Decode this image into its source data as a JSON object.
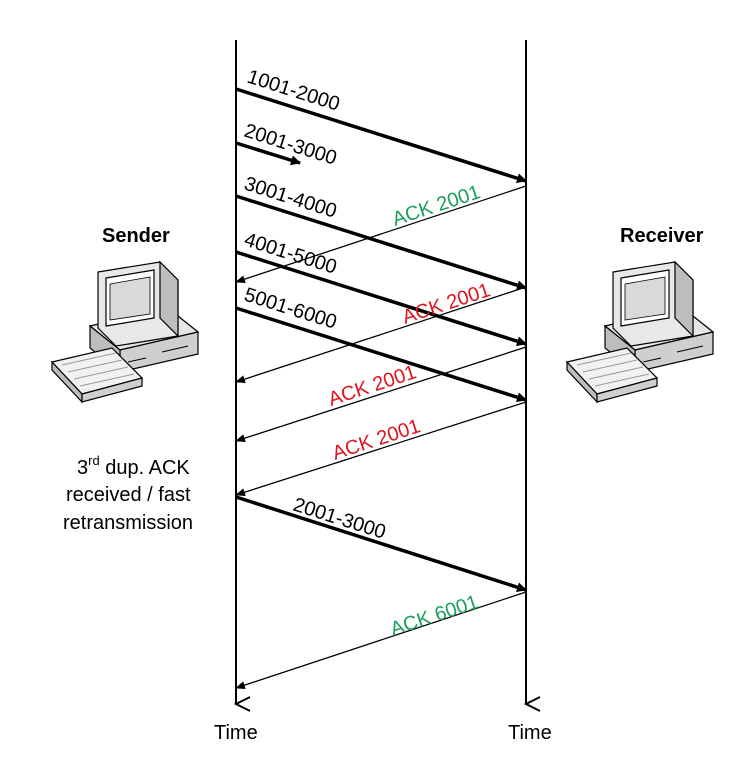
{
  "sender": {
    "label": "Sender",
    "note_line1_main": "3",
    "note_line1_sup": "rd",
    "note_line1_rest": " dup. ACK",
    "note_line2": "received / fast",
    "note_line3": "retransmission",
    "time_label": "Time"
  },
  "receiver": {
    "label": "Receiver",
    "time_label": "Time"
  },
  "segments": [
    {
      "label": "1001-2000",
      "delivered": true
    },
    {
      "label": "2001-3000",
      "delivered": false
    },
    {
      "label": "3001-4000",
      "delivered": true
    },
    {
      "label": "4001-5000",
      "delivered": true
    },
    {
      "label": "5001-6000",
      "delivered": true
    },
    {
      "label": "2001-3000",
      "delivered": true,
      "retransmission": true
    }
  ],
  "acks": [
    {
      "label": "ACK 2001",
      "color": "#1aa05a"
    },
    {
      "label": "ACK 2001",
      "color": "#e0141e"
    },
    {
      "label": "ACK 2001",
      "color": "#e0141e"
    },
    {
      "label": "ACK 2001",
      "color": "#e0141e"
    },
    {
      "label": "ACK 6001",
      "color": "#1aa05a"
    }
  ],
  "colors": {
    "line": "#000000",
    "ack_ok": "#1aa05a",
    "ack_dup": "#e0141e"
  }
}
